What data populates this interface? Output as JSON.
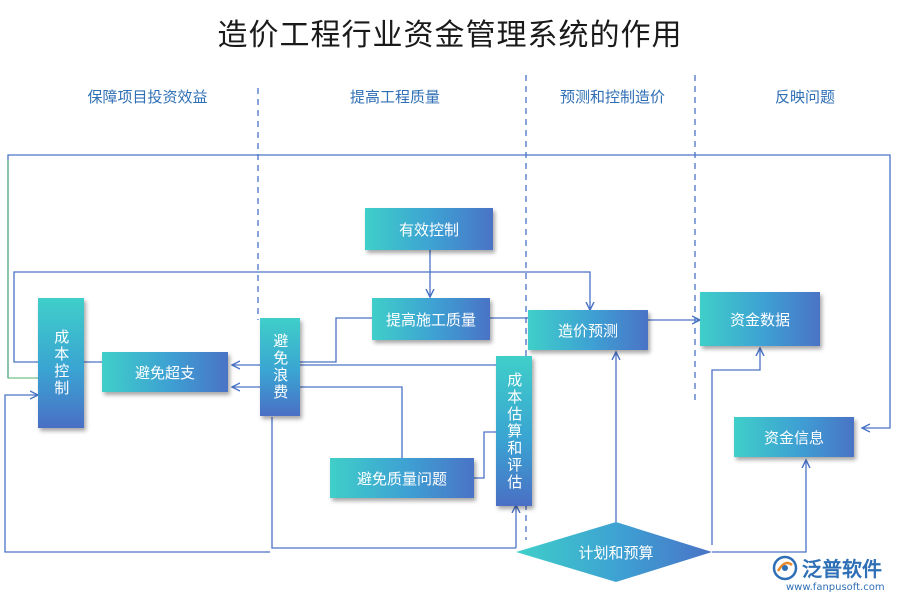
{
  "title": "造价工程行业资金管理系统的作用",
  "columns": [
    "保障项目投资效益",
    "提高工程质量",
    "预测和控制造价",
    "反映问题"
  ],
  "nodes": {
    "cost_control": "成本控制",
    "avoid_overspend": "避免超支",
    "avoid_waste": "避免浪费",
    "effective_control": "有效控制",
    "improve_quality": "提高施工质量",
    "avoid_quality_issue": "避免质量问题",
    "cost_estimate": "成本估算和评估",
    "cost_forecast": "造价预测",
    "plan_budget": "计划和预算",
    "funds_data": "资金数据",
    "funds_info": "资金信息"
  },
  "logo": {
    "name": "泛普软件",
    "url": "www.fanpusoft.com"
  },
  "colors": {
    "accent": "#2f6fb5",
    "node_start": "#3fcfc9",
    "node_end": "#4a73c6",
    "line": "#4a73c6"
  }
}
